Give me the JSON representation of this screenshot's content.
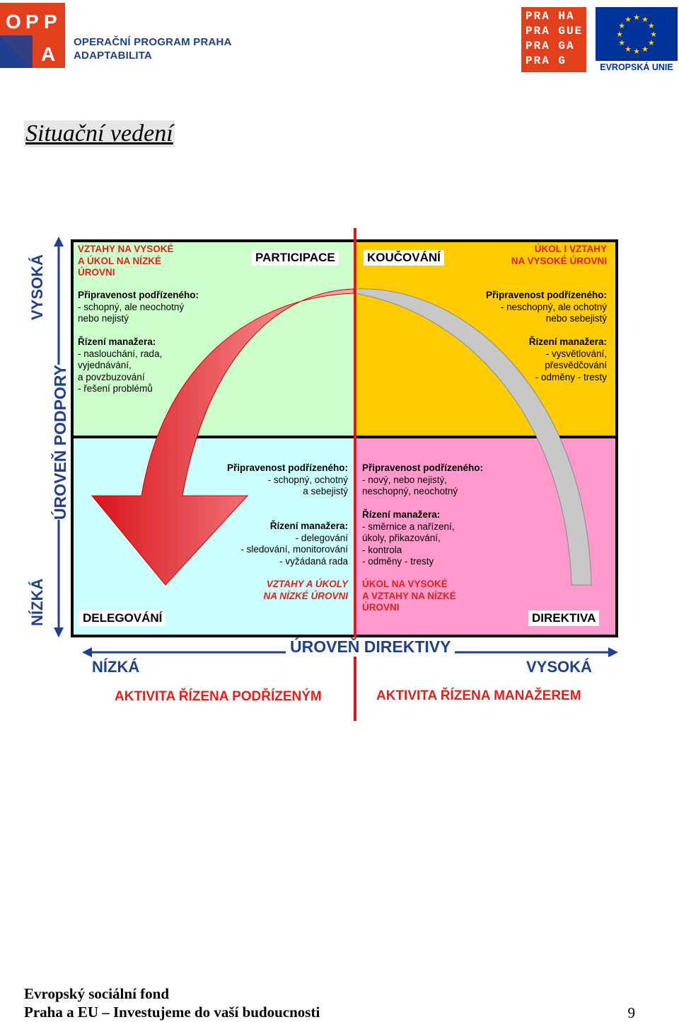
{
  "header": {
    "oppa_logo_letters": [
      "O",
      "P",
      "P",
      "A"
    ],
    "oppa_line1": "OPERAČNÍ PROGRAM PRAHA",
    "oppa_line2": "ADAPTABILITA",
    "prague_logo_rows": [
      "PRA HA",
      "PRA GUE",
      "PRA GA",
      "PRA G"
    ],
    "eu_label": "EVROPSKÁ UNIE"
  },
  "title": "Situační vedení",
  "diagram": {
    "quadrants": {
      "participace": {
        "label": "PARTICIPACE",
        "relation": [
          "VZTAHY NA VYSOKÉ",
          "A ÚKOL NA NÍZKÉ",
          "ÚROVNI"
        ],
        "readiness_head": "Připravenost podřízeného:",
        "readiness": [
          "- schopný, ale neochotný",
          "nebo nejistý"
        ],
        "mgmt_head": "Řízení manažera:",
        "mgmt": [
          "- naslouchání, rada,",
          "vyjednávání,",
          "a povzbuzování",
          "- řešení problémů"
        ]
      },
      "koucovani": {
        "label": "KOUČOVÁNÍ",
        "relation": [
          "ÚKOL I VZTAHY",
          "NA VYSOKÉ ÚROVNI"
        ],
        "readiness_head": "Připravenost podřízeného:",
        "readiness": [
          "- neschopný, ale ochotný",
          "nebo sebejistý"
        ],
        "mgmt_head": "Řízení manažera:",
        "mgmt": [
          "- vysvětlování,",
          "přesvědčování",
          "- odměny - tresty"
        ]
      },
      "delegovani": {
        "label": "DELEGOVÁNÍ",
        "readiness_head": "Připravenost podřízeného:",
        "readiness": [
          "- schopný, ochotný",
          "a sebejistý"
        ],
        "mgmt_head": "Řízení manažera:",
        "mgmt": [
          "- delegování",
          "- sledování, monitorování",
          "- vyžádaná rada"
        ],
        "relation": [
          "VZTAHY A ÚKOLY",
          "NA NÍZKÉ ÚROVNI"
        ]
      },
      "direktiva": {
        "label": "DIREKTIVA",
        "readiness_head": "Připravenost podřízeného:",
        "readiness": [
          "- nový, nebo nejistý,",
          "neschopný, neochotný"
        ],
        "mgmt_head": "Řízení manažera:",
        "mgmt": [
          "- směrnice a nařízení,",
          "úkoly, přikazování,",
          "- kontrola",
          "- odměny - tresty"
        ],
        "relation": [
          "ÚKOL NA VYSOKÉ",
          "A VZTAHY NA NÍZKÉ",
          "ÚROVNI"
        ]
      }
    },
    "y_axis": {
      "title": "ÚROVEŇ PODPORY",
      "high": "VYSOKÁ",
      "low": "NÍZKÁ"
    },
    "x_axis": {
      "title": "ÚROVEŇ DIREKTIVY",
      "low": "NÍZKÁ",
      "high": "VYSOKÁ"
    },
    "activity_left": "AKTIVITA ŘÍZENA PODŘÍZENÝM",
    "activity_right": "AKTIVITA ŘÍZENA MANAŽEREM",
    "colors": {
      "green": "#ccffcc",
      "yellow": "#ffcc00",
      "cyan": "#ccffff",
      "pink": "#ff99cc",
      "red_line": "#d71920",
      "axis_blue": "#1f3f8f",
      "arrow_red": "#e8202a",
      "arrow_grey": "#c8c8c8"
    }
  },
  "footer": {
    "line1": "Evropský sociální fond",
    "line2": "Praha a EU – Investujeme do vaší budoucnosti",
    "page": "9"
  }
}
